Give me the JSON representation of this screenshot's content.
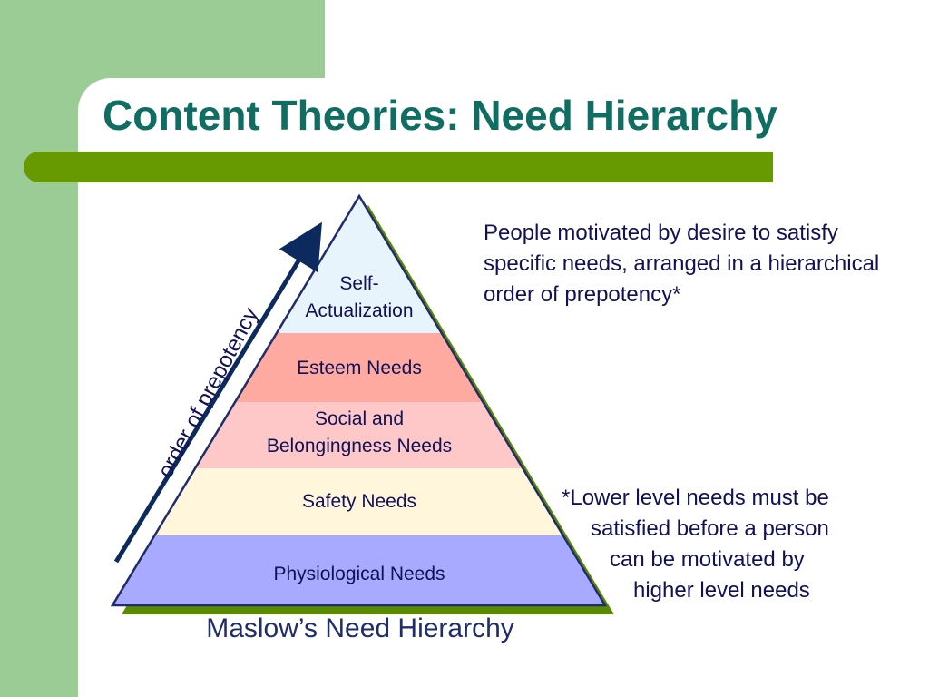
{
  "slide": {
    "title": "Content Theories: Need Hierarchy",
    "caption": "Maslow’s Need Hierarchy",
    "description": "People motivated by desire to satisfy specific needs, arranged in a hierarchical order of prepotency*",
    "note_lines": [
      "*Lower level needs must be",
      "satisfied before a person",
      "can be motivated by",
      "higher level needs"
    ]
  },
  "pyramid": {
    "axis_label": "order of prepotency",
    "levels": [
      {
        "label_lines": [
          "Self-",
          "Actualization"
        ],
        "color": "#e8f4fb"
      },
      {
        "label_lines": [
          "Esteem Needs"
        ],
        "color": "#ffaaa0"
      },
      {
        "label_lines": [
          "Social and",
          "Belongingness Needs"
        ],
        "color": "#ffc8c8"
      },
      {
        "label_lines": [
          "Safety Needs"
        ],
        "color": "#fff6dc"
      },
      {
        "label_lines": [
          "Physiological Needs"
        ],
        "color": "#a8aaff"
      }
    ]
  },
  "colors": {
    "background_band": "#9bcc96",
    "title": "#0f6d62",
    "title_bar": "#669a00",
    "pyramid_outline": "#1f2d6b",
    "pyramid_shadow": "#5a8a00",
    "arrow": "#0d2a5e"
  }
}
